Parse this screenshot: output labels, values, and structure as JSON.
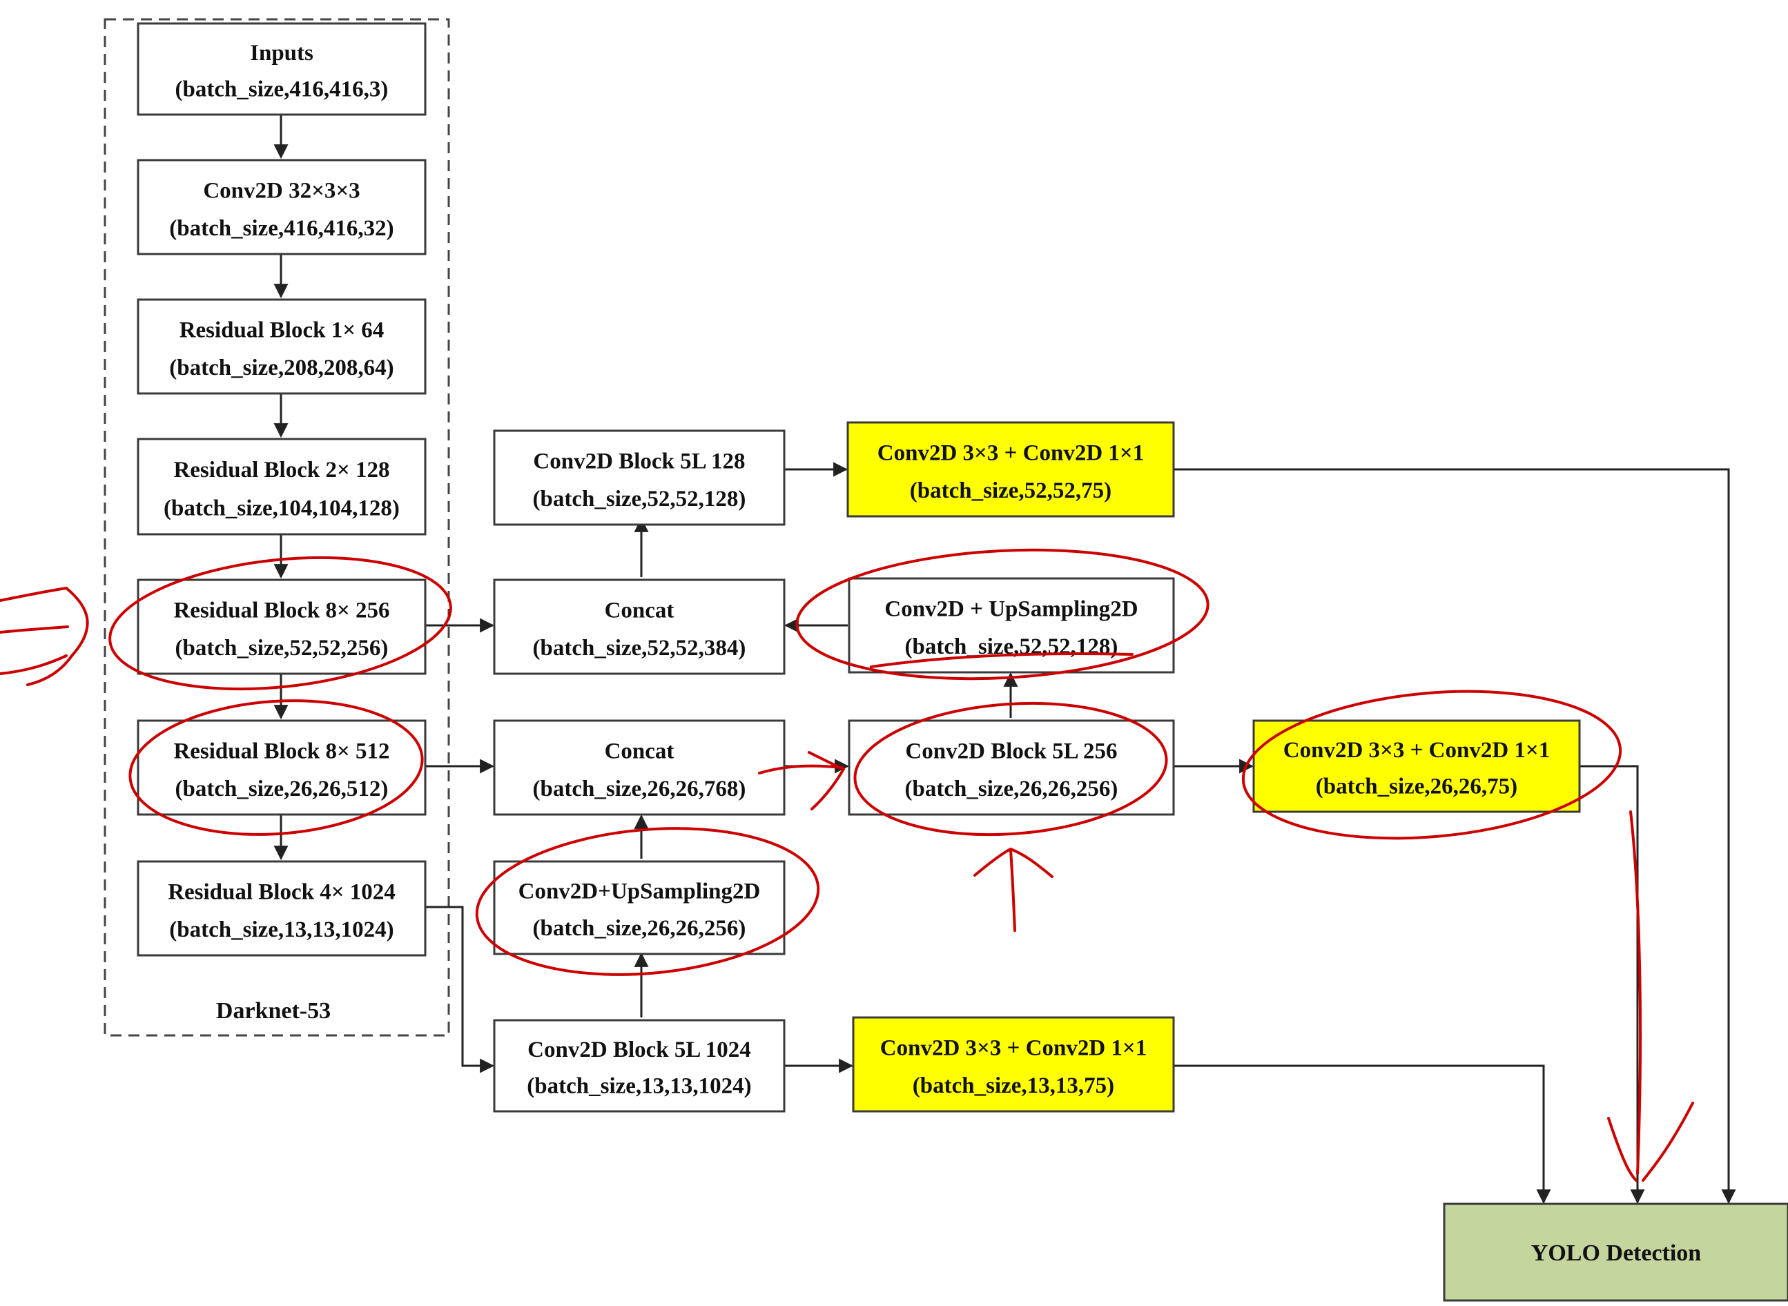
{
  "colors": {
    "box_fill": "#ffffff",
    "box_stroke": "#3a3a3a",
    "highlight_fill": "#ffff00",
    "detection_fill": "#c4d59e",
    "line": "#222222",
    "annotation": "#cc0000"
  },
  "darknet_label": "Darknet-53",
  "boxes": [
    {
      "id": "inputs",
      "title": "Inputs",
      "shape": "(batch_size,416,416,3)",
      "style": "plain"
    },
    {
      "id": "conv32",
      "title": "Conv2D 32×3×3",
      "shape": "(batch_size,416,416,32)",
      "style": "plain"
    },
    {
      "id": "res1",
      "title": "Residual Block 1× 64",
      "shape": "(batch_size,208,208,64)",
      "style": "plain"
    },
    {
      "id": "res2",
      "title": "Residual Block 2× 128",
      "shape": "(batch_size,104,104,128)",
      "style": "plain"
    },
    {
      "id": "res8a",
      "title": "Residual Block 8× 256",
      "shape": "(batch_size,52,52,256)",
      "style": "plain"
    },
    {
      "id": "res8b",
      "title": "Residual Block 8× 512",
      "shape": "(batch_size,26,26,512)",
      "style": "plain"
    },
    {
      "id": "res4",
      "title": "Residual Block 4× 1024",
      "shape": "(batch_size,13,13,1024)",
      "style": "plain"
    },
    {
      "id": "cb128",
      "title": "Conv2D Block 5L 128",
      "shape": "(batch_size,52,52,128)",
      "style": "plain"
    },
    {
      "id": "concat1",
      "title": "Concat",
      "shape": "(batch_size,52,52,384)",
      "style": "plain"
    },
    {
      "id": "concat2",
      "title": "Concat",
      "shape": "(batch_size,26,26,768)",
      "style": "plain"
    },
    {
      "id": "up256",
      "title": "Conv2D+UpSampling2D",
      "shape": "(batch_size,26,26,256)",
      "style": "plain"
    },
    {
      "id": "cb1024",
      "title": "Conv2D Block 5L 1024",
      "shape": "(batch_size,13,13,1024)",
      "style": "plain"
    },
    {
      "id": "out52",
      "title": "Conv2D 3×3 + Conv2D 1×1",
      "shape": "(batch_size,52,52,75)",
      "style": "highlight"
    },
    {
      "id": "up128",
      "title": "Conv2D + UpSampling2D",
      "shape": "(batch_size,52,52,128)",
      "style": "plain"
    },
    {
      "id": "cb256",
      "title": "Conv2D Block 5L 256",
      "shape": "(batch_size,26,26,256)",
      "style": "plain"
    },
    {
      "id": "out13",
      "title": "Conv2D 3×3 + Conv2D 1×1",
      "shape": "(batch_size,13,13,75)",
      "style": "highlight"
    },
    {
      "id": "out26",
      "title": "Conv2D 3×3 + Conv2D 1×1",
      "shape": "(batch_size,26,26,75)",
      "style": "highlight"
    },
    {
      "id": "yolo",
      "title": "YOLO Detection",
      "shape": "",
      "style": "detection"
    }
  ]
}
